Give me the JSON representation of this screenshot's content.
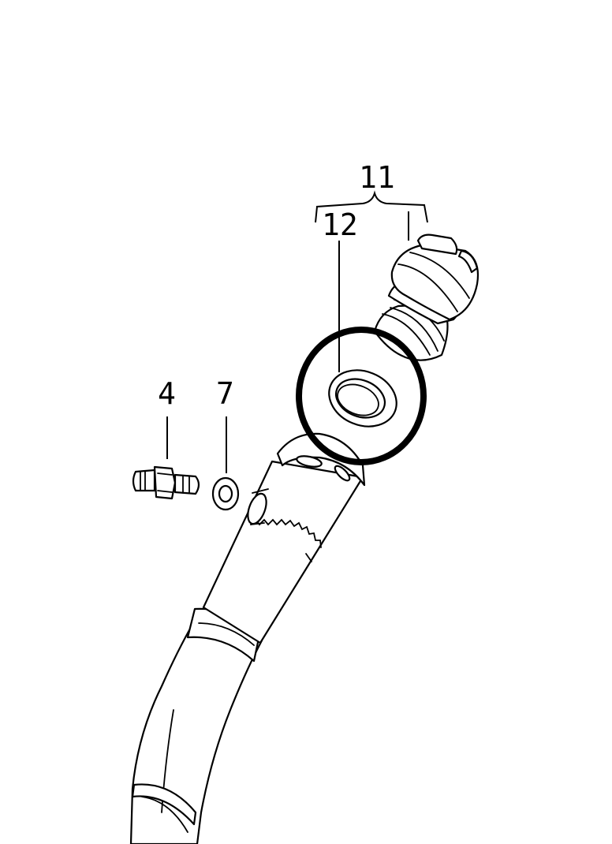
{
  "callouts": {
    "part_11": "11",
    "part_12": "12",
    "part_4": "4",
    "part_7": "7"
  },
  "colors": {
    "line": "#000000",
    "background": "#ffffff"
  }
}
